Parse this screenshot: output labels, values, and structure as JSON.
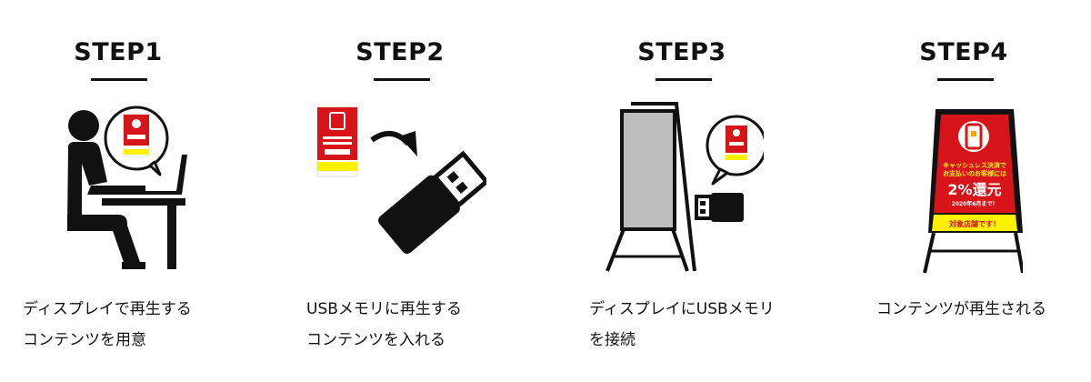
{
  "colors": {
    "ink": "#111111",
    "accent": "#d7141a",
    "highlight": "#fff200",
    "screen": "#bdbdbd"
  },
  "steps": [
    {
      "title": "STEP1",
      "icon": "person-at-laptop-icon",
      "desc": [
        "ディスプレイで再生する",
        "コンテンツを用意"
      ]
    },
    {
      "title": "STEP2",
      "icon": "usb-memory-icon",
      "desc": [
        "USBメモリに再生する",
        "コンテンツを入れる"
      ]
    },
    {
      "title": "STEP3",
      "icon": "display-stand-usb-icon",
      "desc": [
        "ディスプレイにUSBメモリ",
        "を接続"
      ]
    },
    {
      "title": "STEP4",
      "icon": "display-playing-content-icon",
      "desc": [
        "コンテンツが再生される"
      ]
    }
  ],
  "poster": {
    "small_headline": "キャッシュレス決済で\nお支払いのお客様には",
    "big_text": "2%還元",
    "date_text": "2020年6月まで！",
    "bottom_text": "対象店舗です！"
  }
}
